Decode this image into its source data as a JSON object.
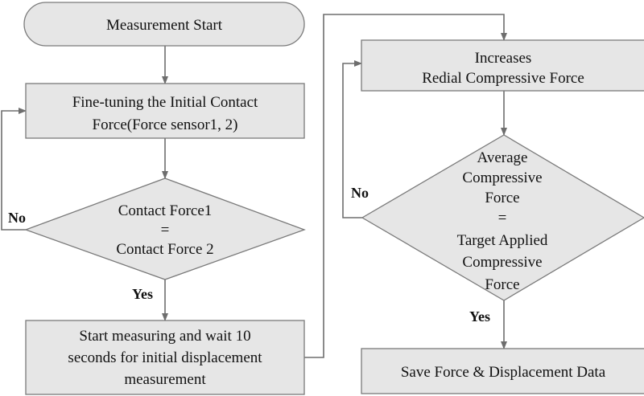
{
  "nodes": {
    "start": {
      "lines": [
        "Measurement Start"
      ]
    },
    "fine_tune": {
      "lines": [
        "Fine-tuning the Initial Contact",
        "Force(Force sensor1, 2)"
      ]
    },
    "contact_check": {
      "lines": [
        "Contact Force1",
        "=",
        "Contact Force 2"
      ]
    },
    "start_measuring": {
      "lines": [
        "Start measuring and wait 10",
        "seconds for initial displacement",
        "measurement"
      ]
    },
    "increase_force": {
      "lines": [
        "Increases",
        "Redial Compressive Force"
      ]
    },
    "force_check": {
      "lines": [
        "Average",
        "Compressive",
        "Force",
        "=",
        "Target Applied",
        "Compressive",
        "Force"
      ]
    },
    "save_data": {
      "lines": [
        "Save Force & Displacement Data"
      ]
    }
  },
  "edge_labels": {
    "contact_no": "No",
    "contact_yes": "Yes",
    "force_no": "No",
    "force_yes": "Yes"
  },
  "colors": {
    "node_fill": "#e6e6e6",
    "node_stroke": "#7a7a7a",
    "connector": "#6e6e6e",
    "text": "#111111"
  }
}
